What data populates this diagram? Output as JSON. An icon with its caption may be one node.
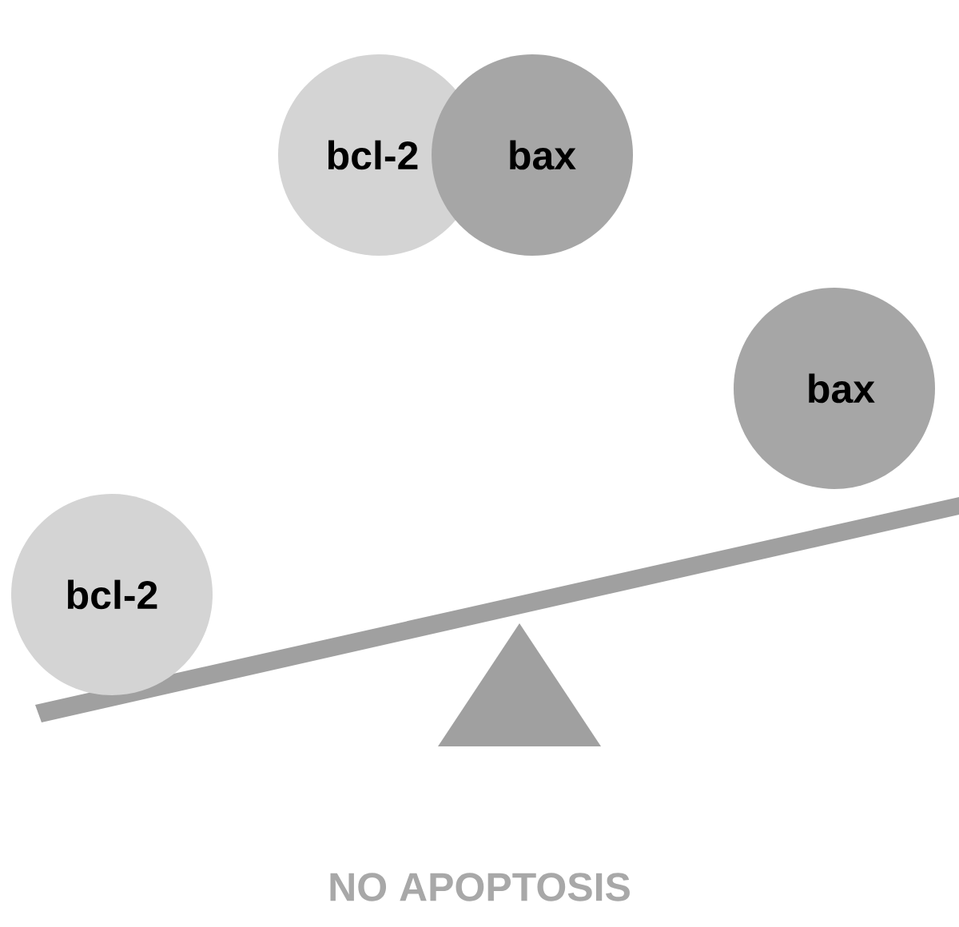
{
  "diagram": {
    "nodes": [
      {
        "text": [
          "bcl-2"
        ]
      },
      {
        "text": [
          "bax"
        ]
      },
      {
        "text": [
          "bax"
        ]
      },
      {
        "text": [
          "bcl-2"
        ]
      }
    ],
    "labels": [
      "NO APOPTOSIS"
    ]
  }
}
